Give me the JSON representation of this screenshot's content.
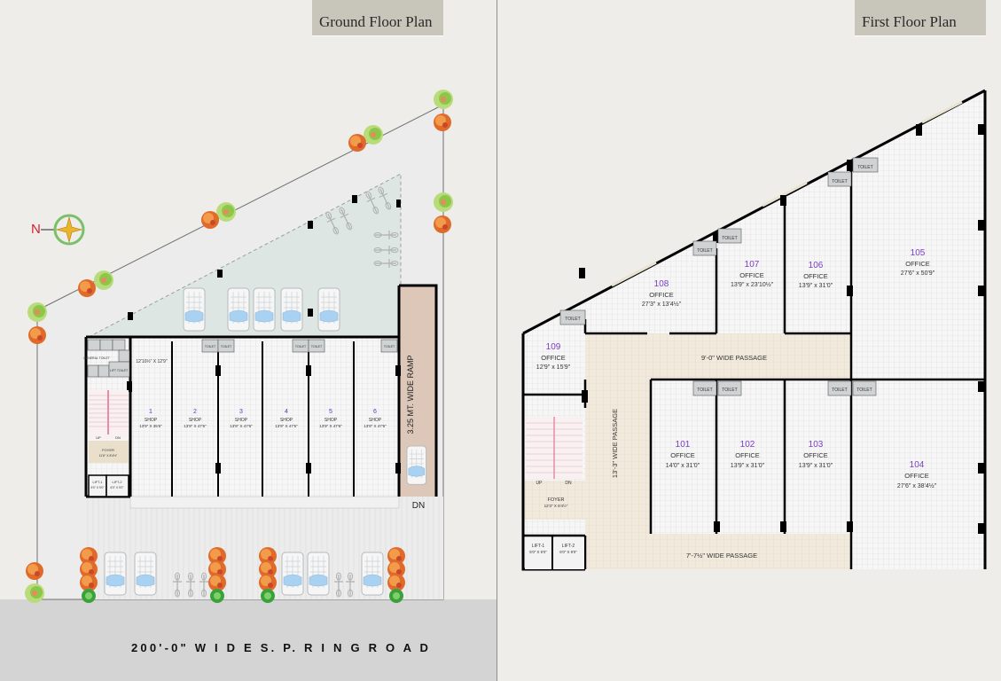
{
  "ground_floor": {
    "title": "Ground Floor Plan",
    "north_label": "N",
    "road_label": "200'-0\" W I D E  S. P. R I N G  R O A D",
    "ramp_label": "3.25 MT. WIDE RAMP",
    "ramp_dn": "DN",
    "open_area_dim": "12'10½\" X 12'9\"",
    "general_toilet": "GENERAL TOILET",
    "lift_toilet": "LIFT TOILET",
    "small_toilet": "TLT",
    "toilet": "TOILET",
    "stair": {
      "up": "UP",
      "dn": "DN"
    },
    "foyer": {
      "label": "FOYER",
      "dim": "11'6\" X 8'4½\""
    },
    "lifts": [
      {
        "label": "LIFT-1",
        "dim": "5'0\" X 9'0\""
      },
      {
        "label": "LIFT-2",
        "dim": "6'0\" X 9'0\""
      }
    ],
    "shops": [
      {
        "no": "1",
        "type": "SHOP",
        "dim": "13'9\" X 35'6\""
      },
      {
        "no": "2",
        "type": "SHOP",
        "dim": "13'9\" X 47'6\""
      },
      {
        "no": "3",
        "type": "SHOP",
        "dim": "13'9\" X 47'6\""
      },
      {
        "no": "4",
        "type": "SHOP",
        "dim": "13'9\" X 47'6\""
      },
      {
        "no": "5",
        "type": "SHOP",
        "dim": "13'9\" X 47'6\""
      },
      {
        "no": "6",
        "type": "SHOP",
        "dim": "13'9\" X 47'6\""
      }
    ]
  },
  "first_floor": {
    "title": "First Floor Plan",
    "toilet": "TOILET",
    "passages": {
      "top": "9'-0\" WIDE PASSAGE",
      "bottom": "7'-7½\" WIDE PASSAGE",
      "vertical": "13'-3\" WIDE PASSAGE"
    },
    "stair": {
      "up": "UP",
      "dn": "DN"
    },
    "foyer": {
      "label": "FOYER",
      "dim": "12'3\" X 8'4½\""
    },
    "lifts": [
      {
        "label": "LIFT-1",
        "dim": "5'0\" X 9'0\""
      },
      {
        "label": "LIFT-2",
        "dim": "6'0\" X 9'0\""
      }
    ],
    "offices": {
      "o101": {
        "no": "101",
        "type": "OFFICE",
        "dim": "14'0\" x 31'0\""
      },
      "o102": {
        "no": "102",
        "type": "OFFICE",
        "dim": "13'9\" x 31'0\""
      },
      "o103": {
        "no": "103",
        "type": "OFFICE",
        "dim": "13'9\" x 31'0\""
      },
      "o104": {
        "no": "104",
        "type": "OFFICE",
        "dim": "27'6\" x 38'4½\""
      },
      "o105": {
        "no": "105",
        "type": "OFFICE",
        "dim": "27'6\" x 50'9\""
      },
      "o106": {
        "no": "106",
        "type": "OFFICE",
        "dim": "13'9\" x 31'0\""
      },
      "o107": {
        "no": "107",
        "type": "OFFICE",
        "dim": "13'9\" x 23'10½\""
      },
      "o108": {
        "no": "108",
        "type": "OFFICE",
        "dim": "27'3\" x 13'4½\""
      },
      "o109": {
        "no": "109",
        "type": "OFFICE",
        "dim": "12'9\" x 15'9\""
      }
    }
  },
  "colors": {
    "background": "#efede9",
    "title_bg": "#c8c6bb",
    "room_number": "#7a3fc4",
    "shop_number": "#3d46c9",
    "ramp": "#dcc7b8",
    "passage": "#f1e9dc",
    "parking": "#dde6e3",
    "road": "#d4d4d4",
    "wall": "#000000",
    "north_label": "#d3202b"
  }
}
